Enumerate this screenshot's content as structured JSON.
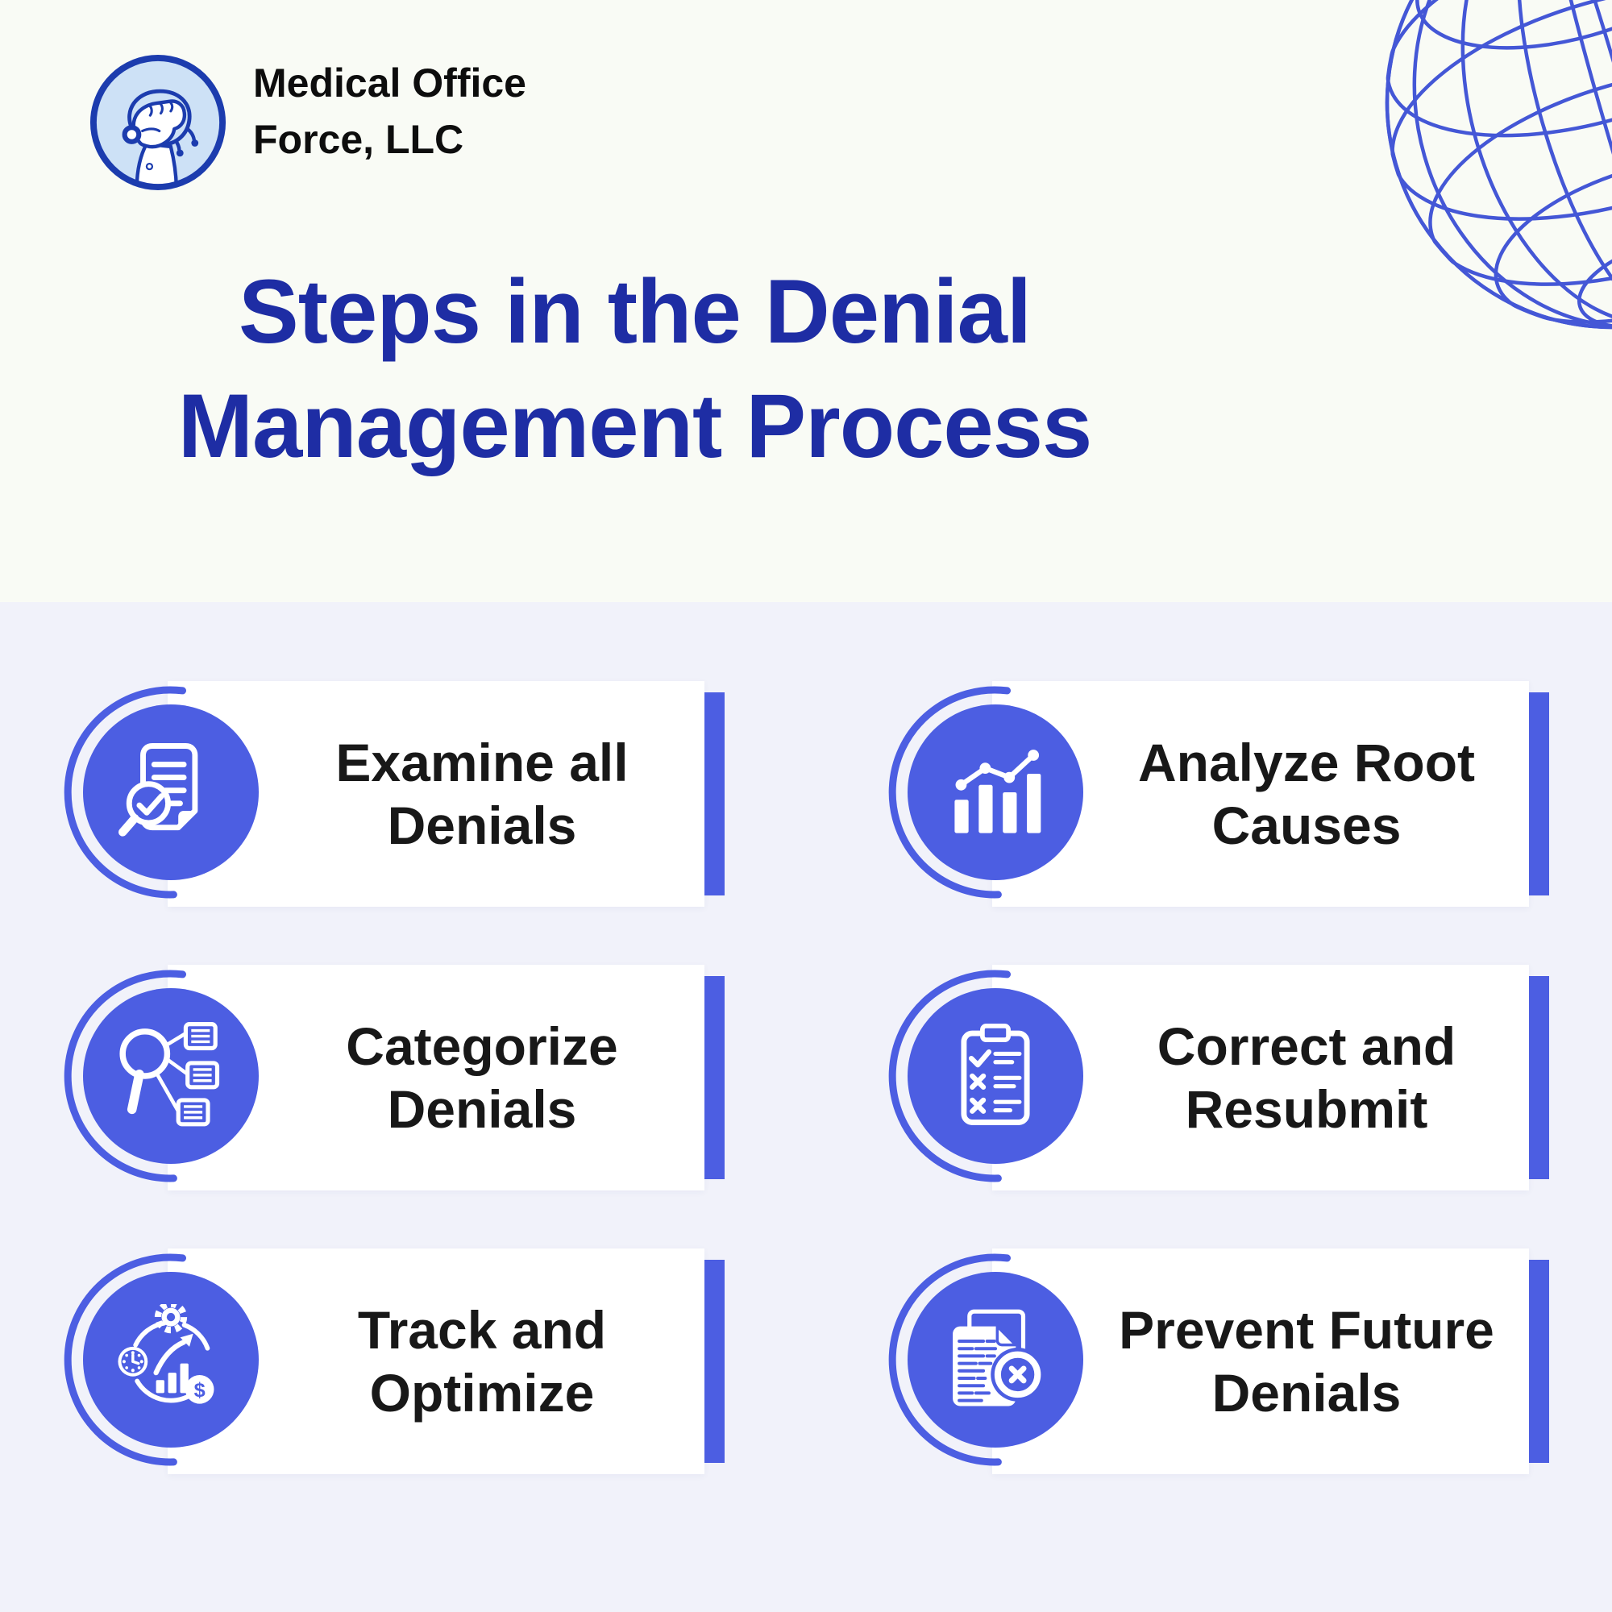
{
  "colors": {
    "accent_blue": "#4c5ee2",
    "title_blue": "#1e2da4",
    "card_text": "#181818",
    "bg_top": "#f9fbf5",
    "bg_bottom": "#f1f2fa",
    "card_bg": "#ffffff",
    "logo_fill": "#cde1f6",
    "logo_stroke": "#1c3cae",
    "globe_stroke": "#4457d6"
  },
  "header": {
    "logo_icon": "fist-holding-stethoscope-icon",
    "company_line1": "Medical Office",
    "company_line2": "Force, LLC"
  },
  "title": {
    "line1": "Steps in the Denial",
    "line2": "Management Process"
  },
  "steps": [
    {
      "label_line1": "Examine all",
      "label_line2": "Denials",
      "icon": "document-magnifier-check-icon"
    },
    {
      "label_line1": "Analyze Root",
      "label_line2": "Causes",
      "icon": "bar-chart-trend-icon"
    },
    {
      "label_line1": "Categorize",
      "label_line2": "Denials",
      "icon": "magnifier-categories-icon"
    },
    {
      "label_line1": "Correct and",
      "label_line2": "Resubmit",
      "icon": "clipboard-checklist-icon"
    },
    {
      "label_line1": "Track and",
      "label_line2": "Optimize",
      "icon": "cycle-gear-clock-dollar-icon"
    },
    {
      "label_line1": "Prevent Future",
      "label_line2": "Denials",
      "icon": "document-cancel-icon"
    }
  ],
  "decoration": {
    "globe": "wireframe-globe"
  }
}
